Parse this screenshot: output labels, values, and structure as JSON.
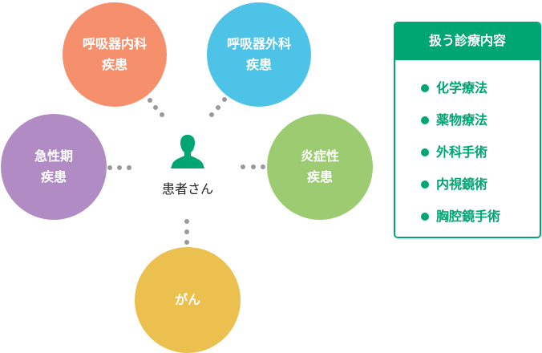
{
  "center": {
    "label": "患者さん",
    "icon": "person-icon"
  },
  "circles": [
    {
      "label": "呼吸器内科\n疾患",
      "color": "#f58f6c"
    },
    {
      "label": "呼吸器外科\n疾患",
      "color": "#4ec3e8"
    },
    {
      "label": "急性期\n疾患",
      "color": "#b18cc4"
    },
    {
      "label": "炎症性\n疾患",
      "color": "#9ccb72"
    },
    {
      "label": "がん",
      "color": "#ebc04f"
    }
  ],
  "panel": {
    "title": "扱う診療内容",
    "items": [
      "化学療法",
      "薬物療法",
      "外科手術",
      "内視鏡術",
      "胸腔鏡手術"
    ],
    "color": "#00a672"
  }
}
